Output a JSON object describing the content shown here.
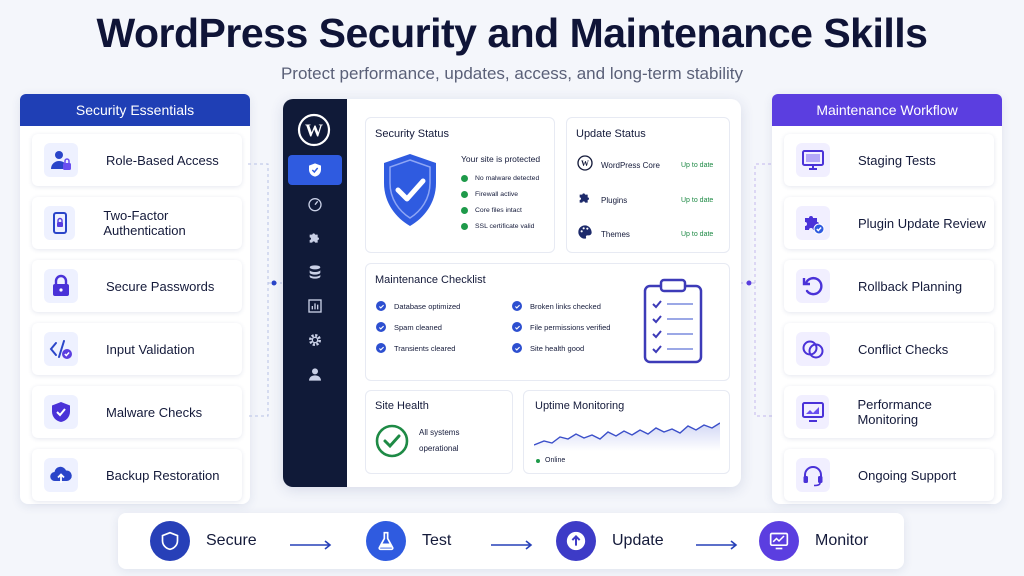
{
  "title": "WordPress Security and Maintenance Skills",
  "subtitle": "Protect performance, updates, access, and long-term stability",
  "security_essentials": {
    "heading": "Security Essentials",
    "items": [
      {
        "label": "Role-Based Access",
        "icon": "user-lock-icon"
      },
      {
        "label": "Two-Factor Authentication",
        "icon": "phone-lock-icon"
      },
      {
        "label": "Secure Passwords",
        "icon": "padlock-icon"
      },
      {
        "label": "Input Validation",
        "icon": "code-check-icon"
      },
      {
        "label": "Malware Checks",
        "icon": "shield-check-icon"
      },
      {
        "label": "Backup Restoration",
        "icon": "cloud-upload-icon"
      }
    ]
  },
  "maintenance_workflow": {
    "heading": "Maintenance Workflow",
    "items": [
      {
        "label": "Staging Tests",
        "icon": "monitor-icon"
      },
      {
        "label": "Plugin Update Review",
        "icon": "puzzle-check-icon"
      },
      {
        "label": "Rollback Planning",
        "icon": "rollback-icon"
      },
      {
        "label": "Conflict Checks",
        "icon": "overlap-circles-icon"
      },
      {
        "label": "Performance Monitoring",
        "icon": "chart-monitor-icon"
      },
      {
        "label": "Ongoing Support",
        "icon": "headset-icon"
      }
    ]
  },
  "dashboard": {
    "security_status": {
      "title": "Security Status",
      "headline": "Your site is protected",
      "items": [
        "No malware detected",
        "Firewall active",
        "Core files intact",
        "SSL certificate valid"
      ]
    },
    "update_status": {
      "title": "Update Status",
      "rows": [
        {
          "name": "WordPress Core",
          "status": "Up to date"
        },
        {
          "name": "Plugins",
          "status": "Up to date"
        },
        {
          "name": "Themes",
          "status": "Up to date"
        }
      ]
    },
    "maintenance_checklist": {
      "title": "Maintenance Checklist",
      "col1": [
        "Database optimized",
        "Spam cleaned",
        "Transients cleared"
      ],
      "col2": [
        "Broken links checked",
        "File permissions verified",
        "Site health good"
      ]
    },
    "site_health": {
      "title": "Site Health",
      "line1": "All systems",
      "line2": "operational"
    },
    "uptime": {
      "title": "Uptime Monitoring",
      "legend": "Online"
    }
  },
  "flow": {
    "steps": [
      {
        "label": "Secure",
        "icon": "shield-icon"
      },
      {
        "label": "Test",
        "icon": "flask-icon"
      },
      {
        "label": "Update",
        "icon": "arrow-up-icon"
      },
      {
        "label": "Monitor",
        "icon": "monitor-chart-icon"
      }
    ]
  },
  "colors": {
    "primary_blue": "#1f3fb5",
    "primary_purple": "#5b3ee0",
    "dashboard_nav": "#101a38",
    "success_green": "#1e8a45"
  }
}
